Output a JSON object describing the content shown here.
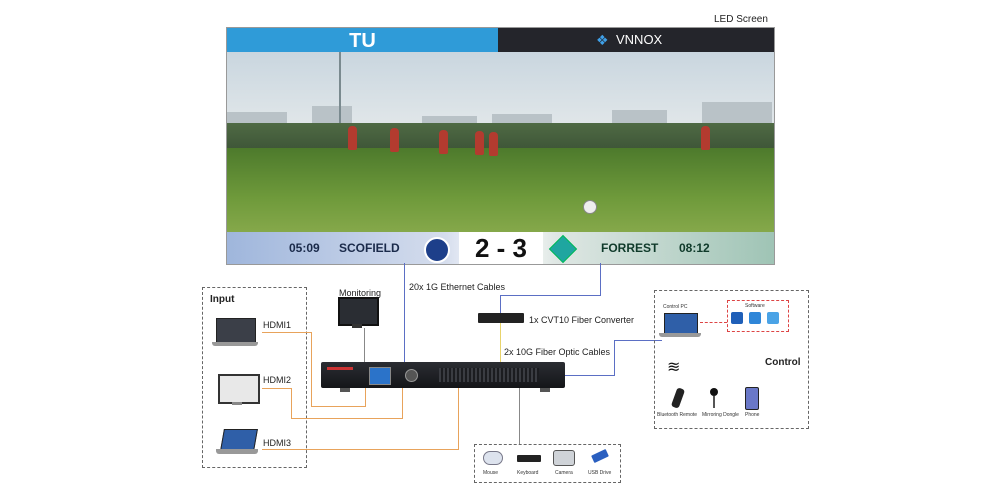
{
  "led_screen": {
    "label": "LED Screen",
    "top_left_text": "TU",
    "top_right_text": "VNNOX",
    "scoreboard": {
      "time_left": "05:09",
      "team_left": "SCOFIELD",
      "score": "2 - 3",
      "team_right": "FORREST",
      "time_right": "08:12"
    }
  },
  "connections": {
    "ethernet": "20x 1G Ethernet Cables",
    "converter": "1x CVT10 Fiber Converter",
    "fiber": "2x 10G Fiber Optic Cables"
  },
  "monitoring": {
    "label": "Monitoring"
  },
  "input": {
    "title": "Input",
    "items": [
      "HDMI1",
      "HDMI2",
      "HDMI3"
    ]
  },
  "control": {
    "title": "Control",
    "pc_label": "Control PC",
    "software_label": "Software",
    "devices": [
      "Bluetooth Remote",
      "Mirroring Dongle",
      "Phone"
    ]
  },
  "peripherals": [
    "Mouse",
    "Keyboard",
    "Camera",
    "USB Drive"
  ],
  "colors": {
    "ethernet": "#5b6fc4",
    "hdmi": "#e8a35b",
    "fiber": "#e8d36b",
    "usb": "#888888",
    "led_top_left": "#2f9bd8"
  }
}
